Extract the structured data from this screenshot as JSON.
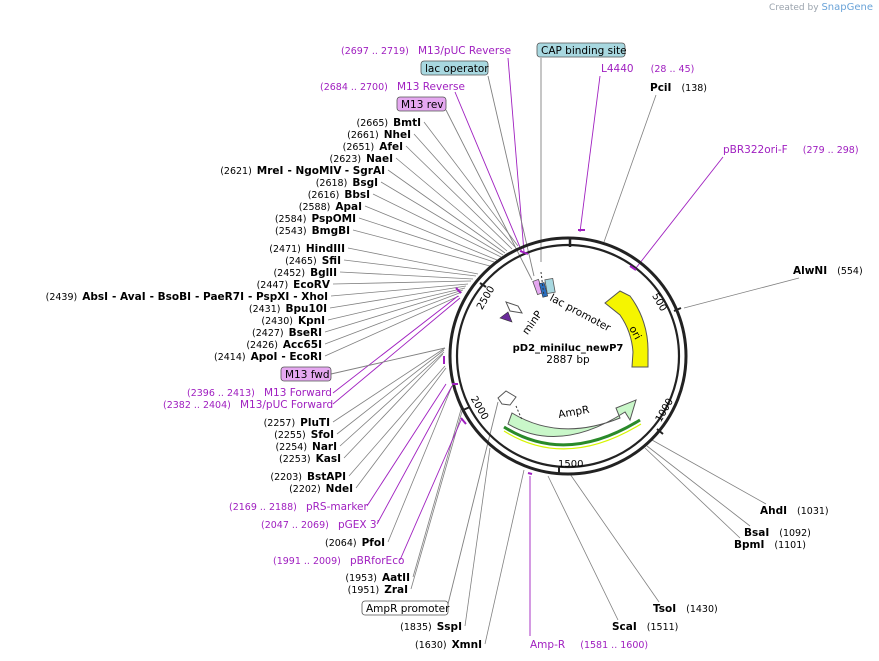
{
  "brand": {
    "created_by": "Created by",
    "name": "SnapGene"
  },
  "plasmid": {
    "name": "pD2_miniluc_newP7",
    "length": "2887 bp"
  },
  "ticks": [
    "500",
    "1000",
    "1500",
    "2000",
    "2500"
  ],
  "features_on_map": {
    "ori": "ori",
    "ampr": "AmpR",
    "lac_promoter": "lac promoter",
    "minp": "minP"
  },
  "boxed_features": {
    "cap": "CAP binding site",
    "lac_operator": "lac operator",
    "m13_rev": "M13 rev",
    "m13_fwd": "M13 fwd",
    "ampr_promoter": "AmpR promoter"
  },
  "primers": {
    "m13puc_rev": {
      "pos": "(2697 .. 2719)",
      "name": "M13/pUC Reverse"
    },
    "m13_reverse": {
      "pos": "(2684 .. 2700)",
      "name": "M13 Reverse"
    },
    "l4440": {
      "name": "L4440",
      "pos": "(28 .. 45)"
    },
    "pbr322": {
      "name": "pBR322ori-F",
      "pos": "(279 .. 298)"
    },
    "m13_forward": {
      "pos": "(2396 .. 2413)",
      "name": "M13 Forward"
    },
    "m13puc_fwd": {
      "pos": "(2382 .. 2404)",
      "name": "M13/pUC Forward"
    },
    "prs": {
      "pos": "(2169 .. 2188)",
      "name": "pRS-marker"
    },
    "pgex": {
      "pos": "(2047 .. 2069)",
      "name": "pGEX 3'"
    },
    "pbrforeco": {
      "pos": "(1991 .. 2009)",
      "name": "pBRforEco"
    },
    "ampr_primer": {
      "name": "Amp-R",
      "pos": "(1581 .. 1600)"
    }
  },
  "left_sites": [
    {
      "pos": "(2665)",
      "name": "BmtI"
    },
    {
      "pos": "(2661)",
      "name": "NheI"
    },
    {
      "pos": "(2651)",
      "name": "AfeI"
    },
    {
      "pos": "(2623)",
      "name": "NaeI"
    },
    {
      "pos": "(2621)",
      "names": [
        "MreI",
        "NgoMIV",
        "SgrAI"
      ]
    },
    {
      "pos": "(2618)",
      "name": "BsgI"
    },
    {
      "pos": "(2616)",
      "name": "BbsI"
    },
    {
      "pos": "(2588)",
      "name": "ApaI"
    },
    {
      "pos": "(2584)",
      "name": "PspOMI"
    },
    {
      "pos": "(2543)",
      "name": "BmgBI"
    },
    {
      "pos": "(2471)",
      "name": "HindIII"
    },
    {
      "pos": "(2465)",
      "name": "SfiI"
    },
    {
      "pos": "(2452)",
      "name": "BglII"
    },
    {
      "pos": "(2447)",
      "name": "EcoRV"
    },
    {
      "pos": "(2439)",
      "names": [
        "AbsI",
        "AvaI",
        "BsoBI",
        "PaeR7I",
        "PspXI",
        "XhoI"
      ]
    },
    {
      "pos": "(2431)",
      "name": "Bpu10I"
    },
    {
      "pos": "(2430)",
      "name": "KpnI"
    },
    {
      "pos": "(2427)",
      "name": "BseRI"
    },
    {
      "pos": "(2426)",
      "name": "Acc65I"
    },
    {
      "pos": "(2414)",
      "names": [
        "ApoI",
        "EcoRI"
      ]
    },
    {
      "pos": "(2257)",
      "name": "PluTI"
    },
    {
      "pos": "(2255)",
      "name": "SfoI"
    },
    {
      "pos": "(2254)",
      "name": "NarI"
    },
    {
      "pos": "(2253)",
      "name": "KasI"
    },
    {
      "pos": "(2203)",
      "name": "BstAPI"
    },
    {
      "pos": "(2202)",
      "name": "NdeI"
    },
    {
      "pos": "(2064)",
      "name": "PfoI"
    },
    {
      "pos": "(1953)",
      "name": "AatII"
    },
    {
      "pos": "(1951)",
      "name": "ZraI"
    },
    {
      "pos": "(1835)",
      "name": "SspI"
    },
    {
      "pos": "(1630)",
      "name": "XmnI"
    }
  ],
  "right_sites": [
    {
      "name": "PciI",
      "pos": "(138)"
    },
    {
      "name": "AlwNI",
      "pos": "(554)"
    },
    {
      "name": "AhdI",
      "pos": "(1031)"
    },
    {
      "name": "BsaI",
      "pos": "(1092)"
    },
    {
      "name": "BpmI",
      "pos": "(1101)"
    },
    {
      "name": "TsoI",
      "pos": "(1430)"
    },
    {
      "name": "ScaI",
      "pos": "(1511)"
    }
  ],
  "colors": {
    "enzyme_line": "#808080",
    "primer": "#a020c0",
    "ori_fill": "#f5f500",
    "ampr_fill": "#c9f7c9",
    "ampr_outline": "#2a8a2a",
    "cap_fill": "#a8d8e0",
    "m13_fill": "#e5a8f0",
    "backbone": "#222222"
  }
}
